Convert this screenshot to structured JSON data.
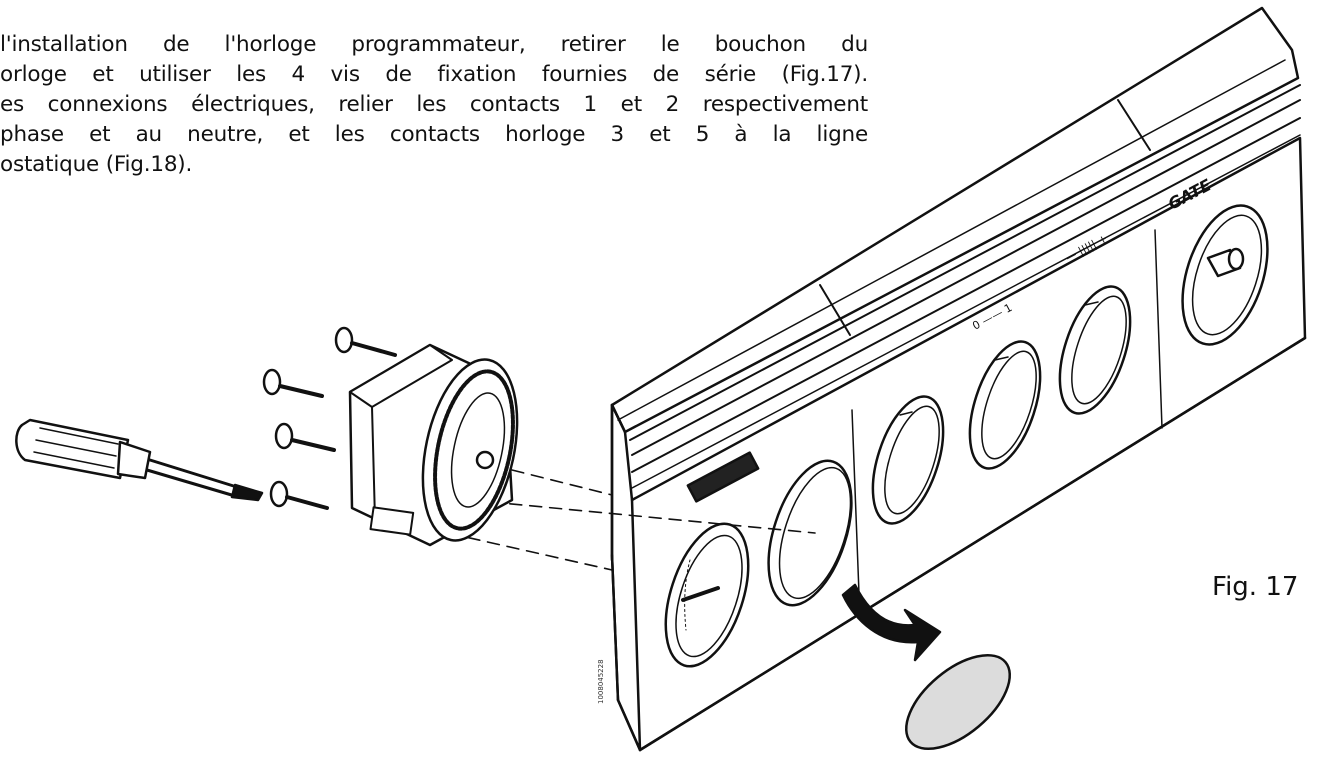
{
  "instructions": {
    "lines": [
      "l'installation de l'horloge programmateur, retirer le bouchon du",
      "orloge et utiliser les 4 vis de fixation fournies de série (Fig.17).",
      "es connexions électriques, relier les contacts 1 et 2 respectivement",
      "phase et au neutre, et les contacts horloge 3 et 5 à la ligne",
      "ostatique (Fig.18)."
    ]
  },
  "figure": {
    "caption": "Fig. 17",
    "brand_label": "GATE",
    "dial_mark_left": "0 —— 1",
    "dial_mark_right": "— ||||| +",
    "side_code": "1008045228"
  },
  "colors": {
    "ink": "#111111",
    "panel_fill": "#ffffff",
    "cap_fill": "#dcdcdc"
  }
}
